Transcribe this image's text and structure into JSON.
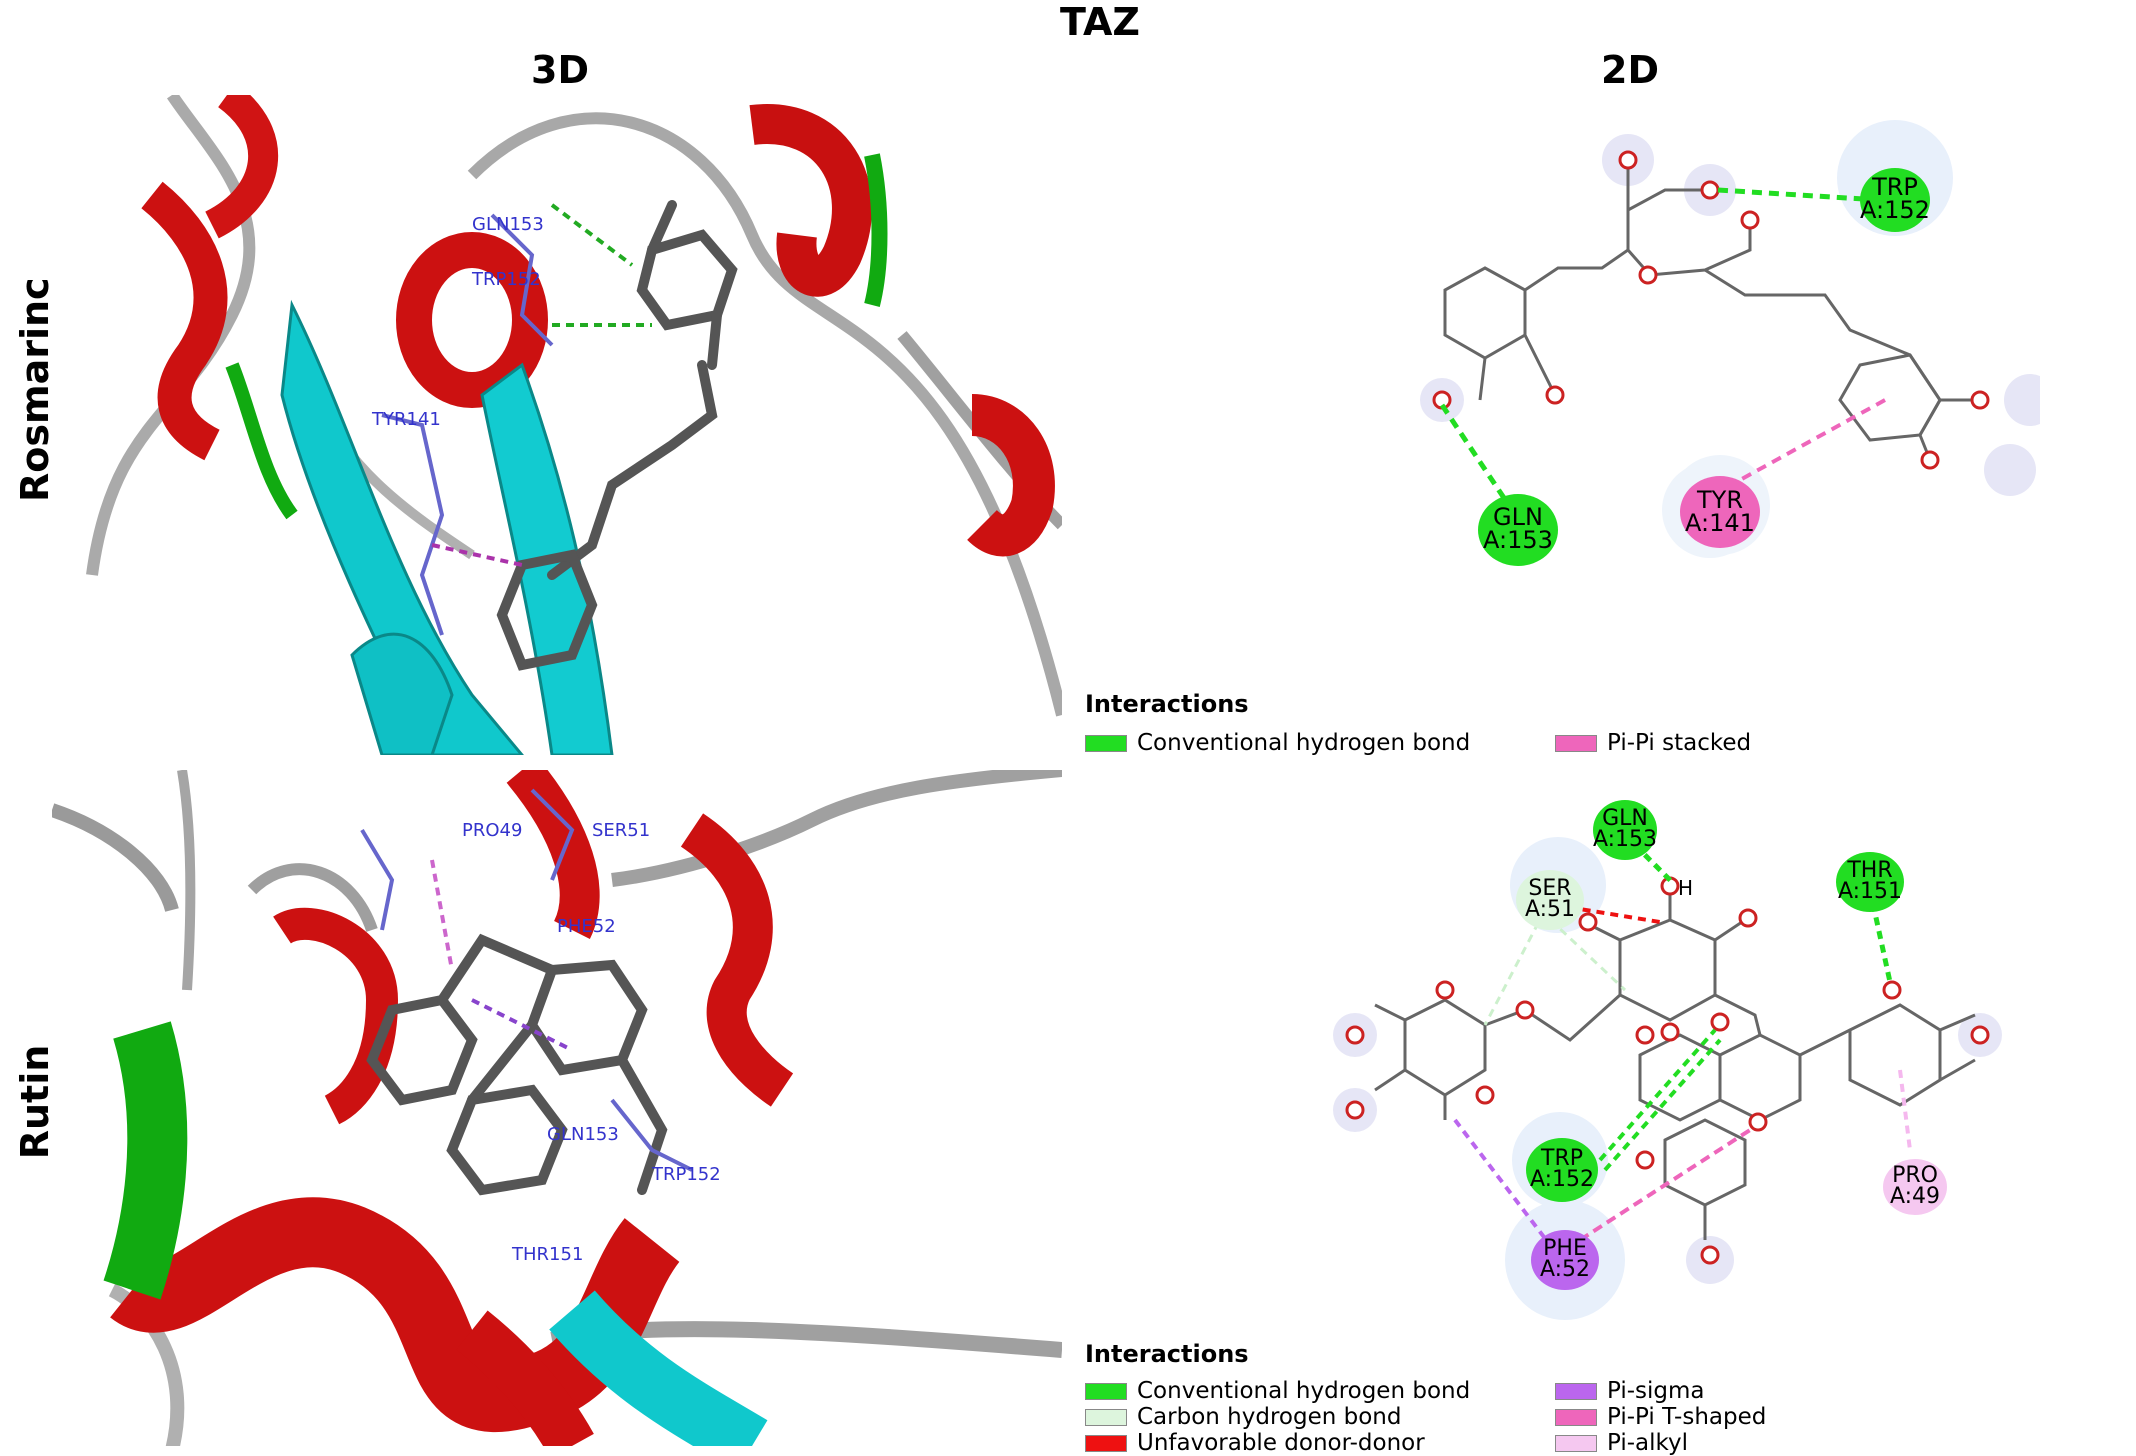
{
  "figure": {
    "title": "TAZ",
    "col_3d": "3D",
    "col_2d": "2D"
  },
  "rows": [
    {
      "label": "Rosmarinc",
      "residues_3d": [
        "GLN153",
        "TRP152",
        "TYR141"
      ],
      "residues_2d": [
        {
          "line1": "TRP",
          "line2": "A:152",
          "color": "#22dd22"
        },
        {
          "line1": "GLN",
          "line2": "A:153",
          "color": "#22dd22"
        },
        {
          "line1": "TYR",
          "line2": "A:141",
          "color": "#ee66bb"
        }
      ],
      "legend": {
        "title": "Interactions",
        "items": [
          {
            "label": "Conventional hydrogen bond",
            "color": "#22dd22"
          },
          {
            "label": "Pi-Pi stacked",
            "color": "#ee66bb"
          }
        ]
      }
    },
    {
      "label": "Rutin",
      "residues_3d": [
        "PRO49",
        "SER51",
        "PHE52",
        "GLN153",
        "TRP152",
        "THR151"
      ],
      "residues_2d": [
        {
          "line1": "GLN",
          "line2": "A:153",
          "color": "#22dd22"
        },
        {
          "line1": "SER",
          "line2": "A:51",
          "color": "#ddf5dd"
        },
        {
          "line1": "THR",
          "line2": "A:151",
          "color": "#22dd22"
        },
        {
          "line1": "TRP",
          "line2": "A:152",
          "color": "#22dd22"
        },
        {
          "line1": "PHE",
          "line2": "A:52",
          "color": "#bb66ee"
        },
        {
          "line1": "PRO",
          "line2": "A:49",
          "color": "#f5c8f0"
        }
      ],
      "h_label": "H",
      "legend": {
        "title": "Interactions",
        "items": [
          {
            "label": "Conventional hydrogen bond",
            "color": "#22dd22"
          },
          {
            "label": "Carbon hydrogen bond",
            "color": "#ddf5dd"
          },
          {
            "label": "Unfavorable donor-donor",
            "color": "#ee1111"
          },
          {
            "label": "Pi-sigma",
            "color": "#bb66ee"
          },
          {
            "label": "Pi-Pi T-shaped",
            "color": "#ee66bb"
          },
          {
            "label": "Pi-alkyl",
            "color": "#f5c8f0"
          }
        ]
      }
    }
  ]
}
